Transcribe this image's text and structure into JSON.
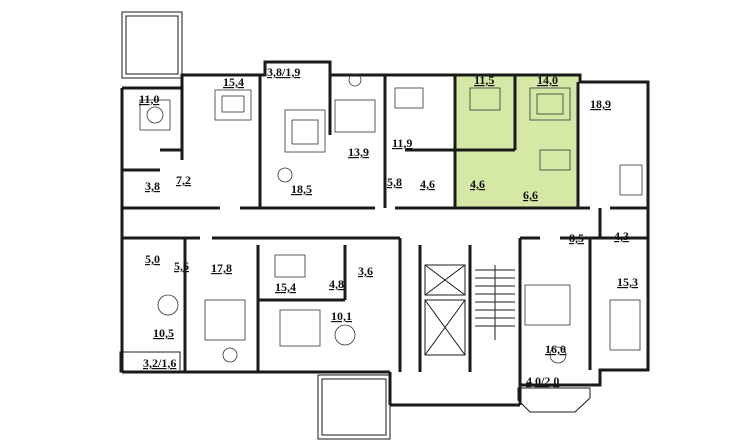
{
  "plan": {
    "highlight_color": "#d6e8a6",
    "wall_color": "#1a1a1a",
    "labels": {
      "r_11_0": "11,0",
      "r_15_4_top": "15,4",
      "r_3_8_1_9": "3,8/1,9",
      "r_11_5": "11,5",
      "r_14_0": "14,0",
      "r_18_9": "18,9",
      "r_11_9": "11,9",
      "r_13_9": "13,9",
      "r_3_8": "3,8",
      "r_7_2": "7,2",
      "r_18_5": "18,5",
      "r_5_8": "5,8",
      "r_4_6_a": "4,6",
      "r_4_6_b": "4,6",
      "r_6_6": "6,6",
      "r_5_0": "5,0",
      "r_5_6": "5,6",
      "r_17_8": "17,8",
      "r_15_4_mid": "15,4",
      "r_4_8": "4,8",
      "r_3_6": "3,6",
      "r_8_5": "8,5",
      "r_4_3": "4,3",
      "r_15_3": "15,3",
      "r_10_1": "10,1",
      "r_10_5": "10,5",
      "r_16_0": "16,0",
      "r_3_2_1_6": "3,2/1,6",
      "r_4_0_2_0": "4,0/2,0"
    }
  }
}
